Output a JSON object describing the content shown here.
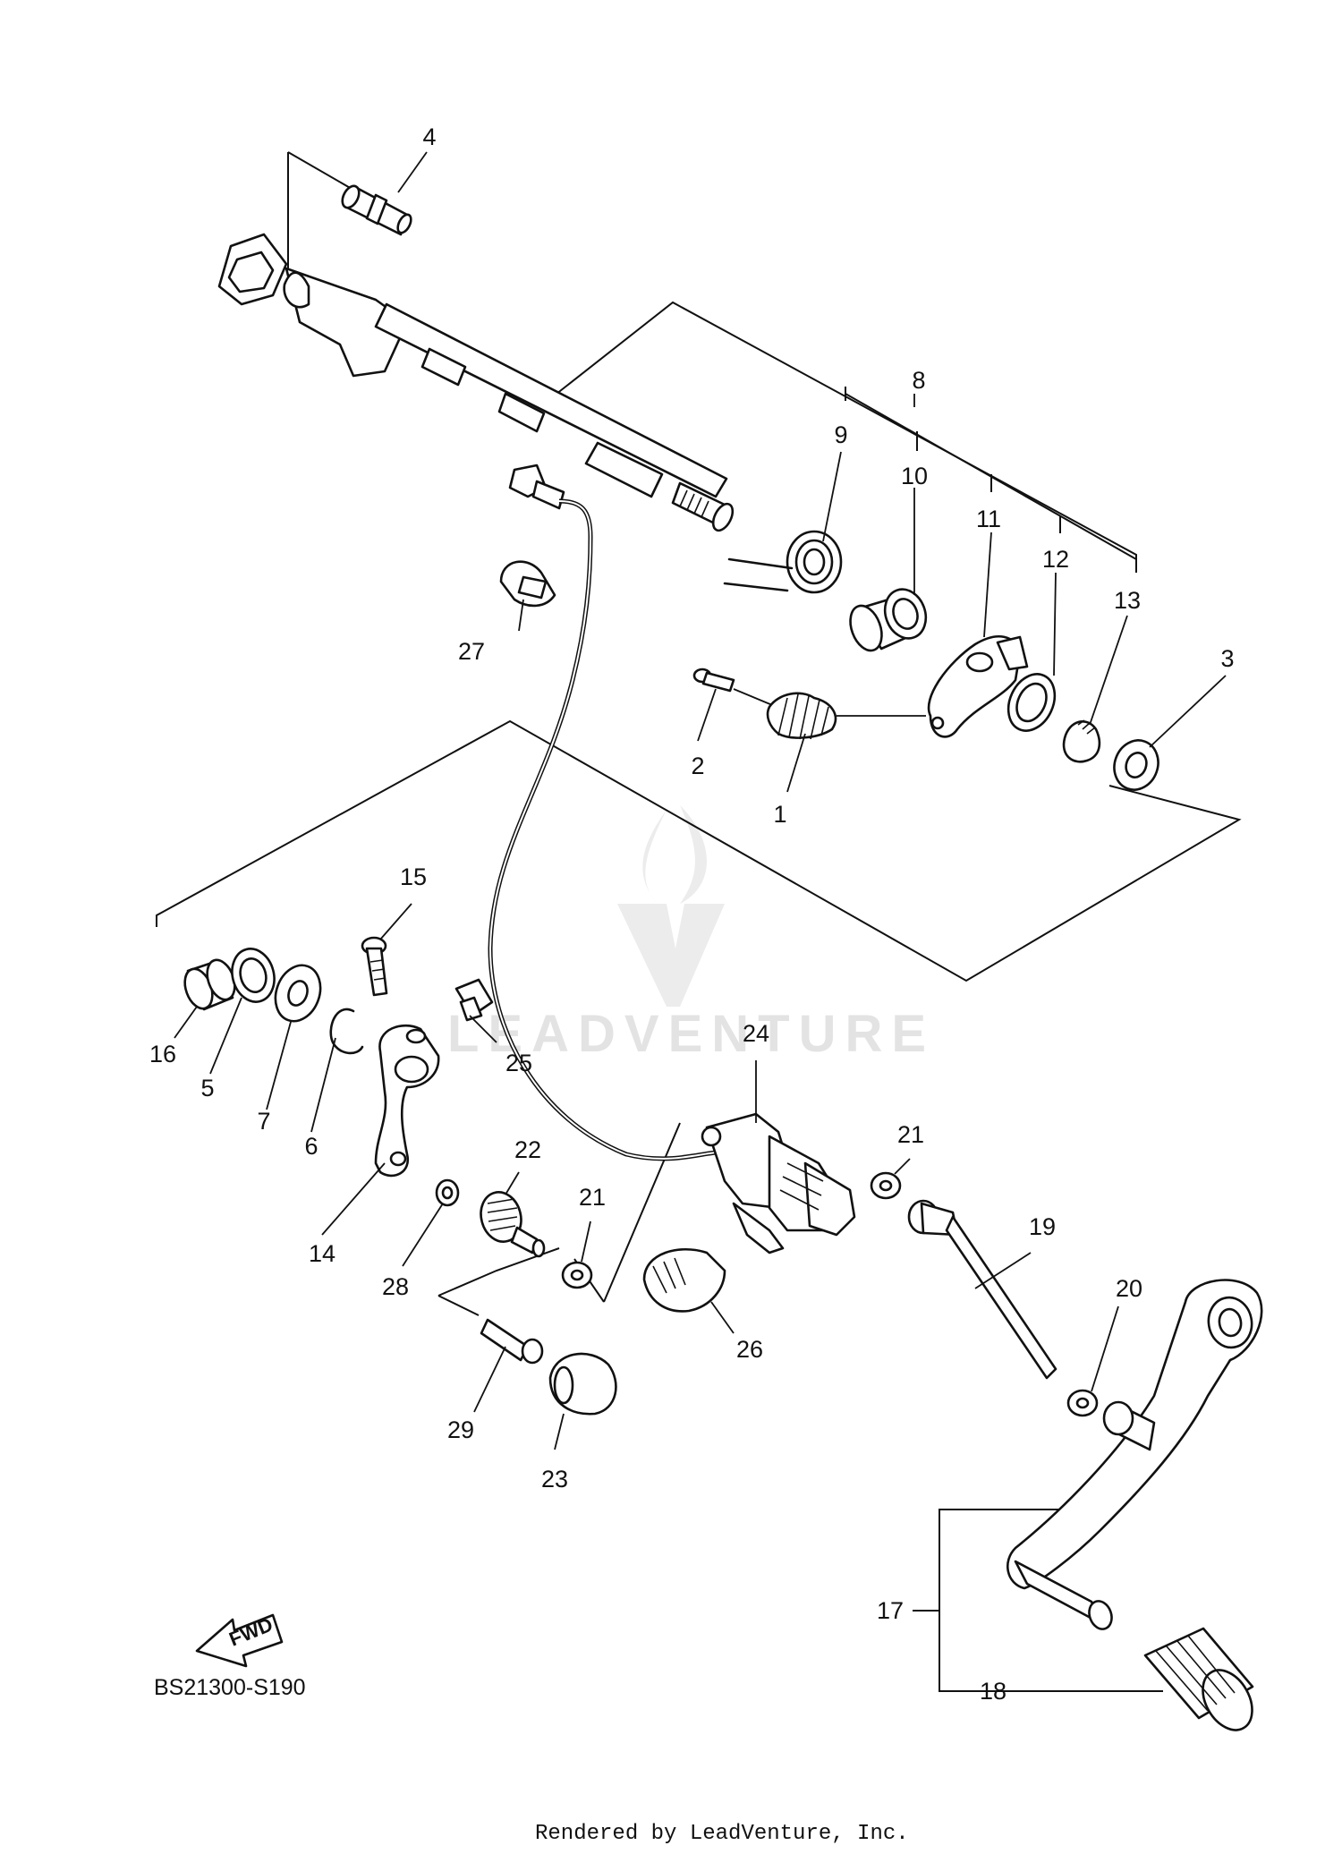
{
  "diagram_code": "BS21300-S190",
  "render_credit": "Rendered by LeadVenture, Inc.",
  "watermark": "LEADVENTURE",
  "fwd_label": "FWD",
  "callouts": {
    "c1": "1",
    "c2": "2",
    "c3": "3",
    "c4": "4",
    "c5": "5",
    "c6": "6",
    "c7": "7",
    "c8": "8",
    "c9": "9",
    "c10": "10",
    "c11": "11",
    "c12": "12",
    "c13": "13",
    "c14": "14",
    "c15": "15",
    "c16": "16",
    "c17": "17",
    "c18": "18",
    "c19": "19",
    "c20": "20",
    "c21a": "21",
    "c21b": "21",
    "c22": "22",
    "c23": "23",
    "c24": "24",
    "c25": "25",
    "c26": "26",
    "c27": "27",
    "c28": "28",
    "c29": "29"
  }
}
